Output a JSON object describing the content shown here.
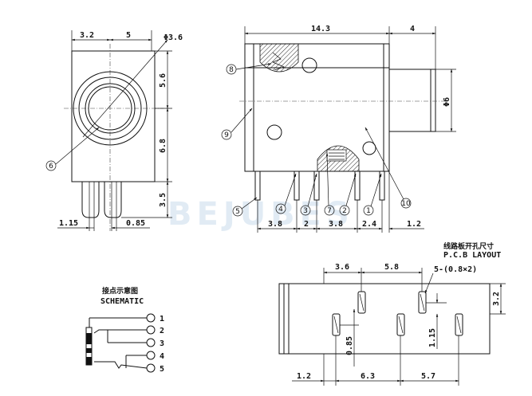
{
  "watermark": "BEJUBES",
  "front_view": {
    "top_dims": [
      "3.2",
      "5"
    ],
    "diameter_label": "Φ3.6",
    "right_dims": [
      "5.6",
      "6.8",
      "3.5"
    ],
    "bottom_dims": [
      "1.15",
      "0.85"
    ],
    "callout": "6"
  },
  "side_view": {
    "top_dims": [
      "14.3",
      "4"
    ],
    "diameter_label": "Φ6",
    "bottom_dims": [
      "3.8",
      "2",
      "3.8",
      "2.4",
      "1.2"
    ],
    "callouts": [
      "8",
      "9",
      "5",
      "4",
      "3",
      "7",
      "2",
      "1",
      "10"
    ]
  },
  "pcb_layout": {
    "title_cn": "线路板开孔尺寸",
    "title_en": "P.C.B LAYOUT",
    "top_dims": [
      "3.6",
      "5.8"
    ],
    "hole_label": "5-(0.8×2)",
    "right_dim": "3.2",
    "inner_dims": [
      "0.85",
      "1.15"
    ],
    "bottom_dims": [
      "1.2",
      "6.3",
      "5.7"
    ]
  },
  "schematic": {
    "title_cn": "接点示意图",
    "title_en": "SCHEMATIC",
    "pins": [
      "1",
      "2",
      "3",
      "4",
      "5"
    ]
  }
}
